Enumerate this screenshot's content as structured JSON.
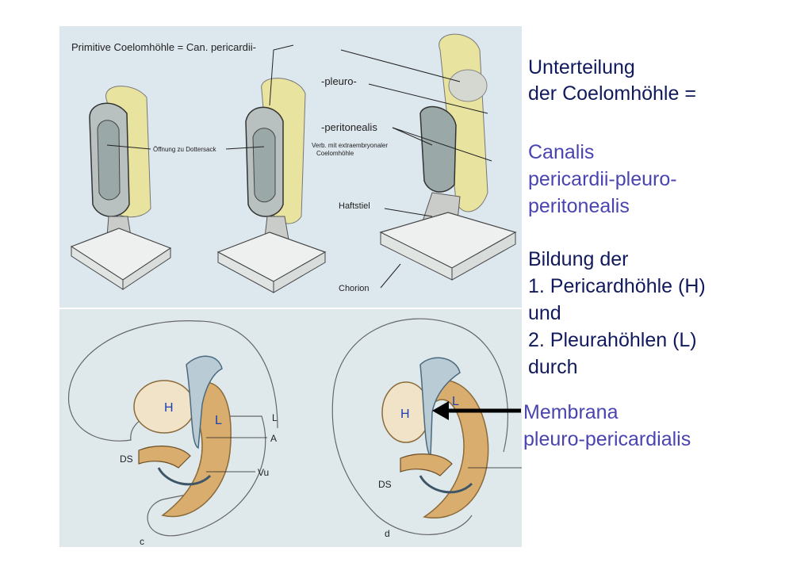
{
  "top_figure": {
    "title": "Primitive Coelomhöhle = Can. pericardii-",
    "labels": {
      "pleuro": "-pleuro-",
      "peritonealis": "-peritonealis",
      "oeffnung": "Öffnung zu Dottersack",
      "verb_line1": "Verb. mit extraembryonaler",
      "verb_line2": "Coelomhöhle",
      "haftstiel": "Haftstiel",
      "chorion": "Chorion"
    }
  },
  "bottom_figure": {
    "left": {
      "H": "H",
      "L": "L",
      "L_out": "L",
      "A": "A",
      "DS": "DS",
      "Vu": "Vu",
      "panel_letter": "c"
    },
    "right": {
      "H": "H",
      "L": "L",
      "DS": "DS",
      "panel_letter": "d"
    }
  },
  "side_text": {
    "heading_line1": "Unterteilung",
    "heading_line2": "der Coelomhöhle =",
    "canalis_line1": "Canalis",
    "canalis_line2": "pericardii-pleuro-",
    "canalis_line3": "peritonealis",
    "bildung_line1": "Bildung der",
    "bildung_line2": "1. Pericardhöhle (H)",
    "bildung_line3": "und",
    "bildung_line4": "2. Pleurahöhlen (L)",
    "bildung_line5": "durch",
    "membrana_line1": "Membrana",
    "membrana_line2": "pleuro-pericardialis"
  },
  "colors": {
    "heading_text": "#101a5c",
    "term_text": "#4a44b0",
    "yolk_yellow": "#e9e3a0",
    "heart_tan": "#d8ad6e",
    "panel_top_bg": "#dde7ee",
    "panel_bottom_bg": "#dfe9ec"
  }
}
